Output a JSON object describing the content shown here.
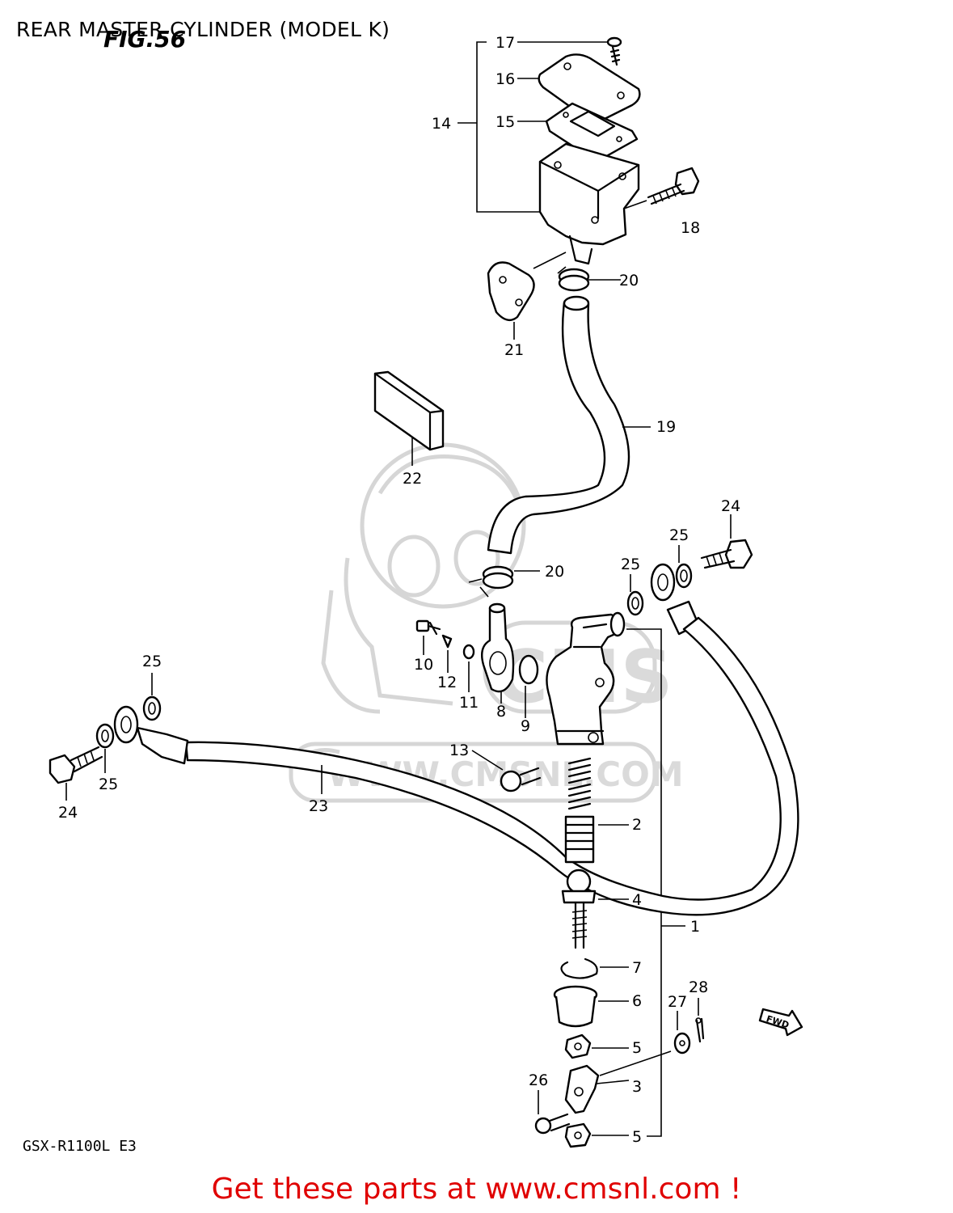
{
  "title": "REAR MASTER CYLINDER (MODEL K)",
  "figure_label": "FIG.56",
  "model_code": "GSX-R1100L  E3",
  "watermark_text": "WWW.CMSNL.COM",
  "watermark_logo": "CMS",
  "fwd_label": "FWD",
  "footer": "Get these parts at www.cmsnl.com !",
  "colors": {
    "footer": "#e00000",
    "watermark": "#d6d6d6",
    "lines": "#000000"
  },
  "callouts": [
    {
      "id": "c17",
      "text": "17"
    },
    {
      "id": "c16",
      "text": "16"
    },
    {
      "id": "c15",
      "text": "15"
    },
    {
      "id": "c14",
      "text": "14"
    },
    {
      "id": "c18",
      "text": "18"
    },
    {
      "id": "c20a",
      "text": "20"
    },
    {
      "id": "c21",
      "text": "21"
    },
    {
      "id": "c19",
      "text": "19"
    },
    {
      "id": "c22",
      "text": "22"
    },
    {
      "id": "c24a",
      "text": "24"
    },
    {
      "id": "c25a",
      "text": "25"
    },
    {
      "id": "c25b",
      "text": "25"
    },
    {
      "id": "c20b",
      "text": "20"
    },
    {
      "id": "c10",
      "text": "10"
    },
    {
      "id": "c12",
      "text": "12"
    },
    {
      "id": "c11",
      "text": "11"
    },
    {
      "id": "c8",
      "text": "8"
    },
    {
      "id": "c9",
      "text": "9"
    },
    {
      "id": "c25c",
      "text": "25"
    },
    {
      "id": "c25d",
      "text": "25"
    },
    {
      "id": "c24b",
      "text": "24"
    },
    {
      "id": "c13",
      "text": "13"
    },
    {
      "id": "c23",
      "text": "23"
    },
    {
      "id": "c2",
      "text": "2"
    },
    {
      "id": "c4",
      "text": "4"
    },
    {
      "id": "c1",
      "text": "1"
    },
    {
      "id": "c7",
      "text": "7"
    },
    {
      "id": "c6",
      "text": "6"
    },
    {
      "id": "c28",
      "text": "28"
    },
    {
      "id": "c27",
      "text": "27"
    },
    {
      "id": "c5a",
      "text": "5"
    },
    {
      "id": "c26",
      "text": "26"
    },
    {
      "id": "c3",
      "text": "3"
    },
    {
      "id": "c5b",
      "text": "5"
    }
  ]
}
